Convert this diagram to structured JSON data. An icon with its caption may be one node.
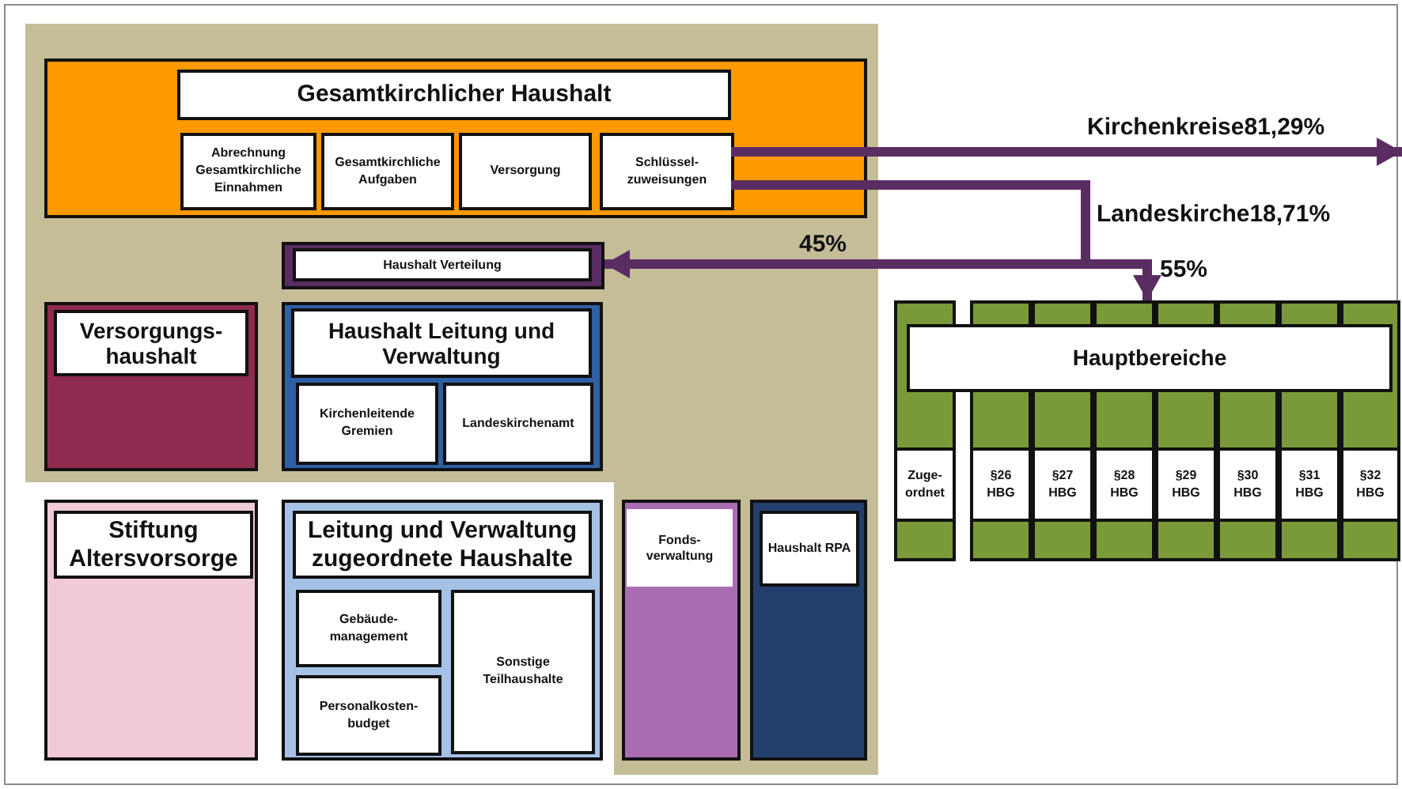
{
  "diagram": {
    "nodes": [
      {
        "text": [
          "Gesamtkirchlicher Haushalt"
        ]
      },
      {
        "text": [
          "Abrechnung Gesamtkirchliche Einnahmen"
        ],
        "in": 0
      },
      {
        "text": [
          "Gesamtkirchliche Aufgaben"
        ],
        "in": 0
      },
      {
        "text": [
          "Versorgung"
        ],
        "in": 0
      },
      {
        "text": [
          "Schlüssel- zuweisungen"
        ],
        "in": 0
      },
      {
        "text": [
          "Haushalt Verteilung"
        ]
      },
      {
        "text": [
          "Versorgungs- haushalt"
        ]
      },
      {
        "text": [
          "Haushalt Leitung und Verwaltung"
        ]
      },
      {
        "text": [
          "Kirchenleitende Gremien"
        ],
        "in": 7
      },
      {
        "text": [
          "Landeskirchenamt"
        ],
        "in": 7
      },
      {
        "text": [
          "Stiftung Altersvorsorge"
        ]
      },
      {
        "text": [
          "Leitung und Verwaltung zugeordnete Haushalte"
        ]
      },
      {
        "text": [
          "Gebäude- management"
        ],
        "in": 11
      },
      {
        "text": [
          "Personalkosten- budget"
        ],
        "in": 11
      },
      {
        "text": [
          "Sonstige Teilhaushalte"
        ],
        "in": 11
      },
      {
        "text": [
          "Fonds- verwaltung"
        ]
      },
      {
        "text": [
          "Haushalt RPA"
        ]
      },
      {
        "text": [
          "Hauptbereiche"
        ]
      },
      {
        "text": [
          "Zuge- ordnet"
        ],
        "in": 17
      },
      {
        "text": [
          "§26 HBG"
        ],
        "in": 17
      },
      {
        "text": [
          "§27 HBG"
        ],
        "in": 17
      },
      {
        "text": [
          "§28 HBG"
        ],
        "in": 17
      },
      {
        "text": [
          "§29 HBG"
        ],
        "in": 17
      },
      {
        "text": [
          "§30 HBG"
        ],
        "in": 17
      },
      {
        "text": [
          "§31 HBG"
        ],
        "in": 17
      },
      {
        "text": [
          "§32 HBG"
        ],
        "in": 17
      }
    ],
    "edges": [
      {
        "from": 4,
        "to": null,
        "arrow": "to",
        "label": "Kirchenkreise81,29%"
      },
      {
        "from": 4,
        "to": 5,
        "arrow": "to",
        "label": "45%"
      },
      {
        "from": 4,
        "to": 17,
        "arrow": "to",
        "label": "55%"
      }
    ],
    "labels": [
      "Landeskirche18,71%"
    ]
  }
}
